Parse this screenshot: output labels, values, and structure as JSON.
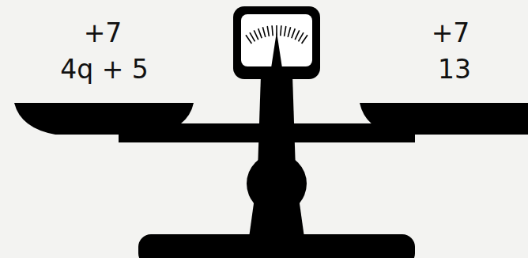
{
  "diagram": {
    "labels": [
      "+7",
      "4q + 5",
      "+7",
      "13"
    ]
  }
}
